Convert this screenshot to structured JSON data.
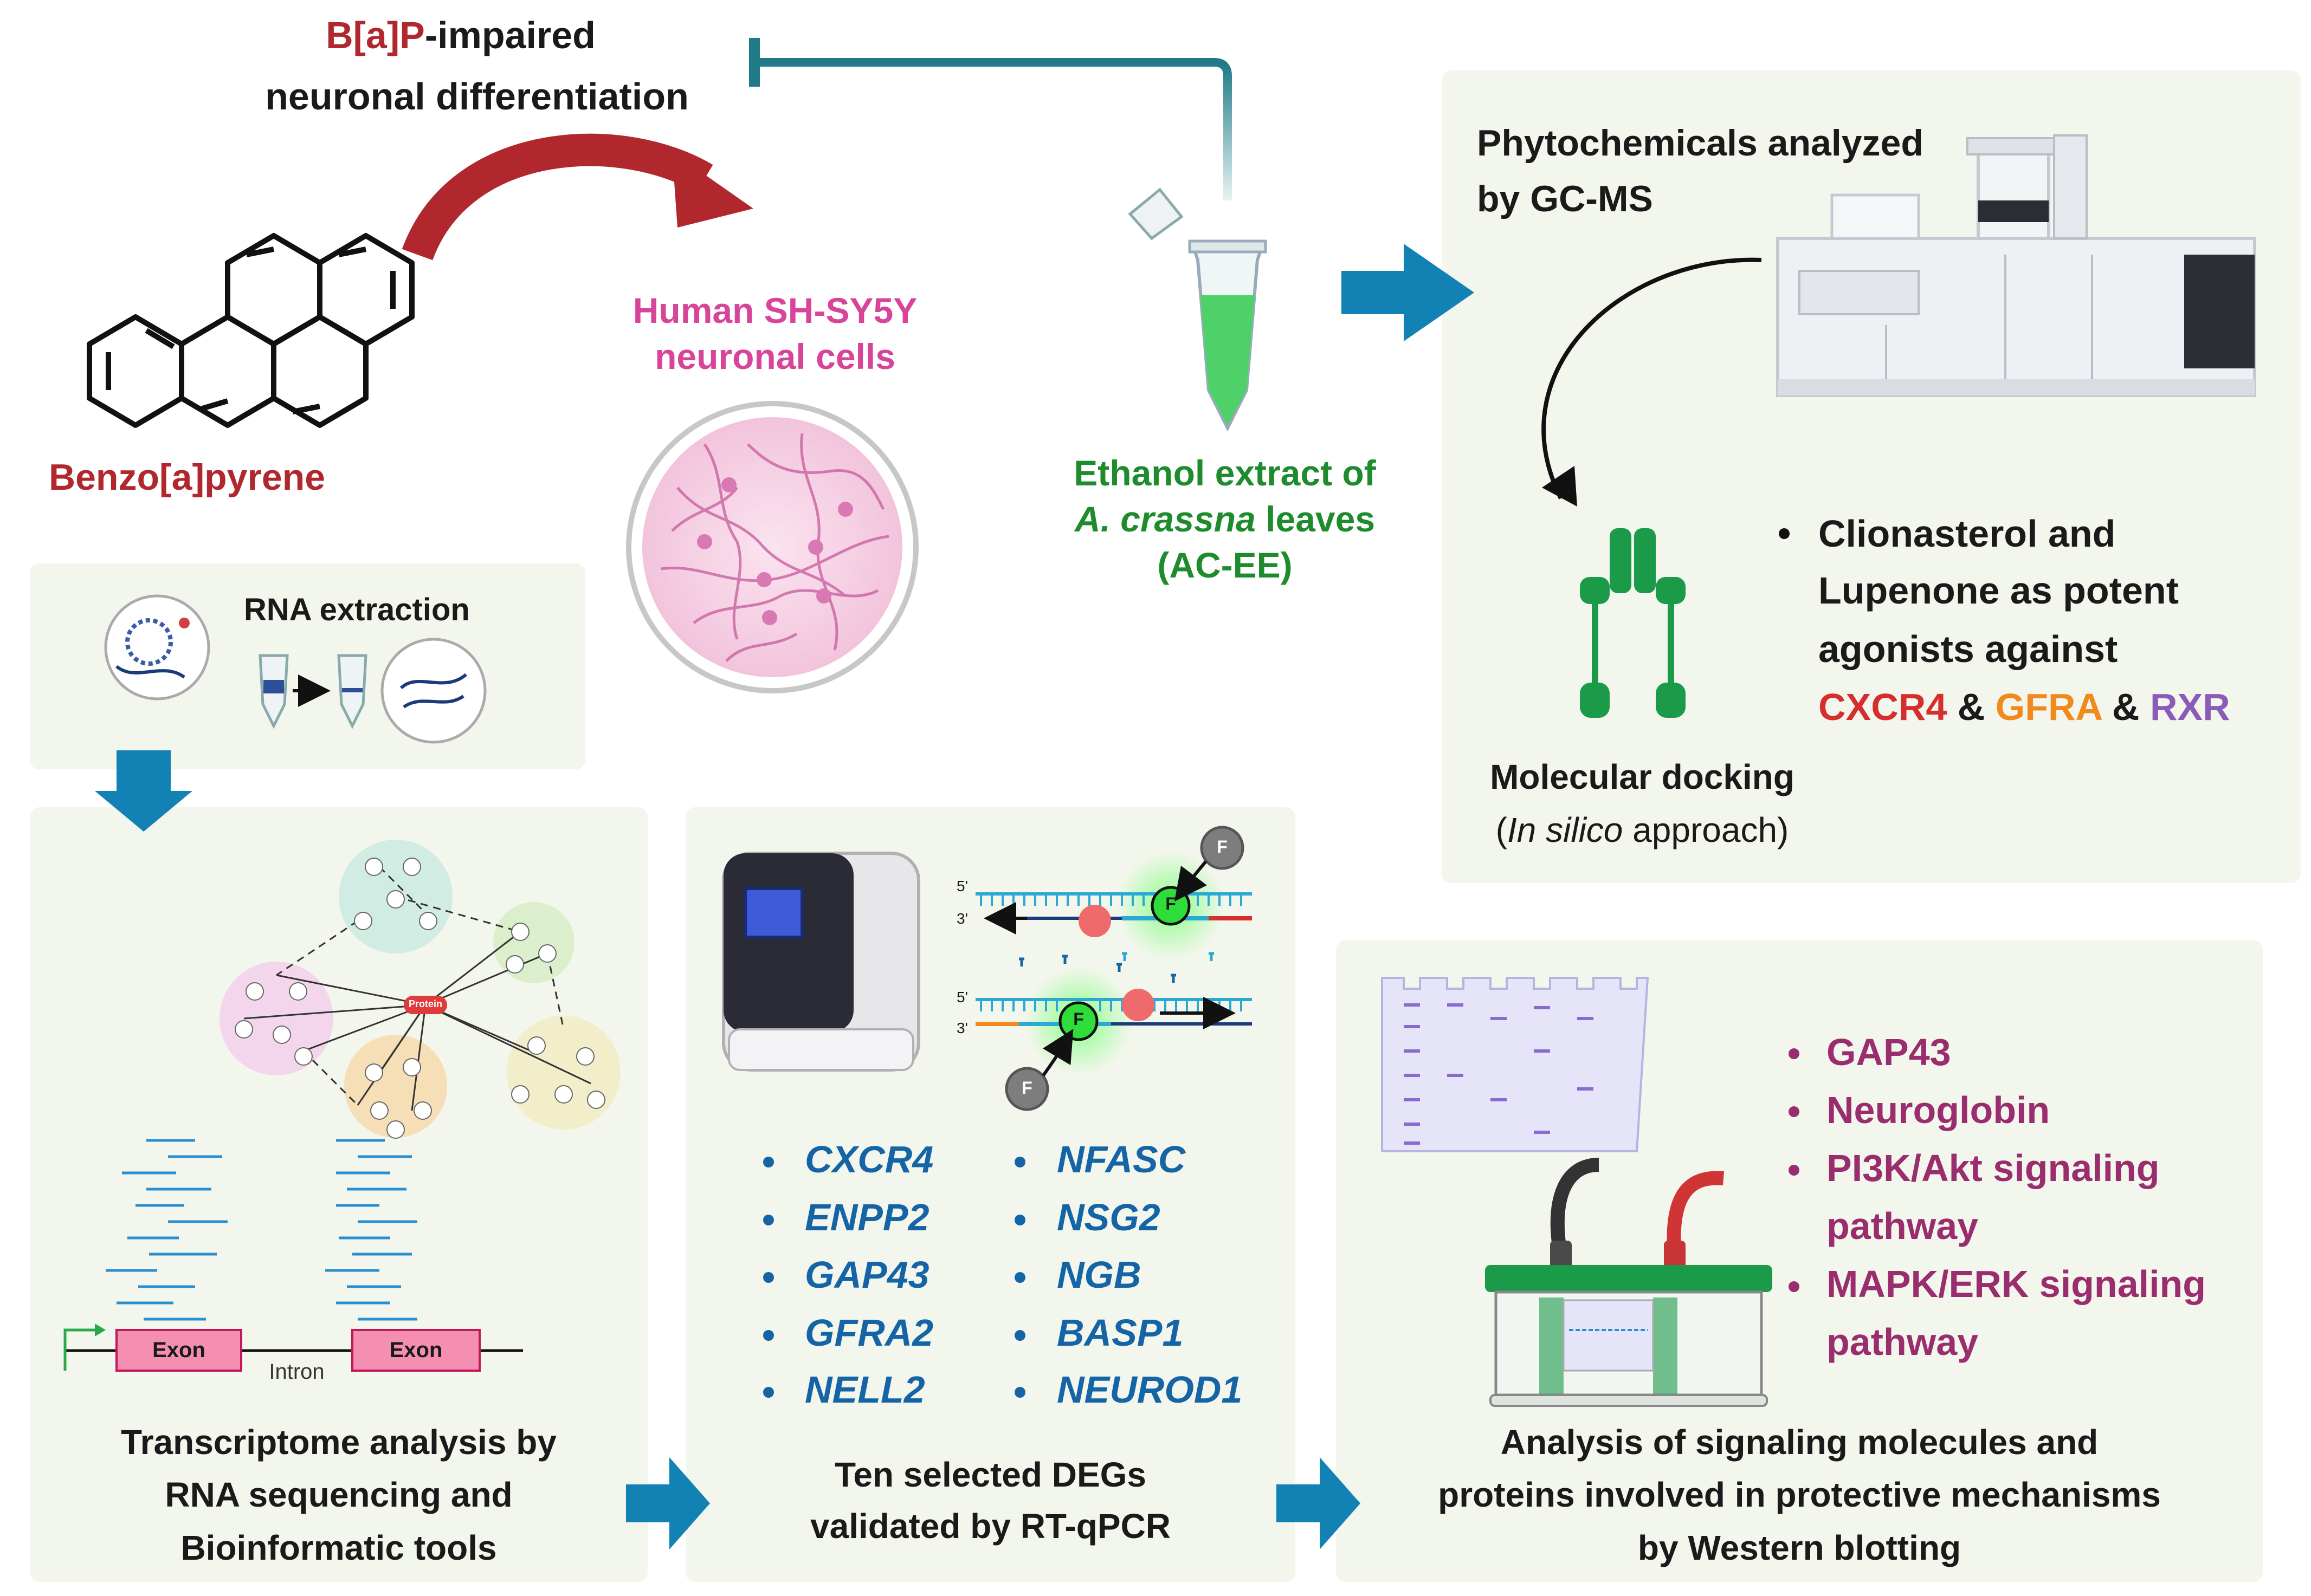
{
  "title_line1_red": "B[a]P",
  "title_line1_rest": "-impaired",
  "title_line2": "neuronal differentiation",
  "bap_label": "Benzo[a]pyrene",
  "cells_label_1": "Human SH-SY5Y",
  "cells_label_2": "neuronal cells",
  "extract_label_1": "Ethanol extract of",
  "extract_label_2_italic": "A. crassna",
  "extract_label_2_rest": " leaves",
  "extract_label_3": "(AC-EE)",
  "gcms_label_1": "Phytochemicals analyzed",
  "gcms_label_2": "by GC-MS",
  "docking_bullet_1": "Clionasterol and",
  "docking_bullet_2": "Lupenone as potent",
  "docking_bullet_3": "agonists against",
  "target_1": "CXCR4",
  "target_2": "GFRA",
  "target_3": "RXR",
  "amp": "&",
  "docking_title": "Molecular docking",
  "docking_sub_open": "(",
  "docking_sub_italic": "In silico",
  "docking_sub_rest": " approach)",
  "rna_label": "RNA extraction",
  "protein_node": "Protein",
  "exon_1": "Exon",
  "exon_2": "Exon",
  "intron": "Intron",
  "transcriptome_1": "Transcriptome analysis by",
  "transcriptome_2": "RNA sequencing and",
  "transcriptome_3": "Bioinformatic tools",
  "probe_5a": "5'",
  "probe_3a": "3'",
  "probe_5b": "5'",
  "probe_3b": "3'",
  "fluor": "F",
  "genes_left": [
    "CXCR4",
    "ENPP2",
    "GAP43",
    "GFRA2",
    "NELL2"
  ],
  "genes_right": [
    "NFASC",
    "NSG2",
    "NGB",
    "BASP1",
    "NEUROD1"
  ],
  "qpcr_1": "Ten selected DEGs",
  "qpcr_2": "validated by RT-qPCR",
  "wb_items": [
    "GAP43",
    "Neuroglobin",
    "PI3K/Akt signaling",
    "pathway",
    "MAPK/ERK signaling",
    "pathway"
  ],
  "wb_title_1": "Analysis of signaling molecules and",
  "wb_title_2": "proteins involved in protective mechanisms",
  "wb_title_3": "by Western blotting",
  "colors": {
    "bap_red": "#b0282d",
    "cells_pink": "#d8449a",
    "extract_green": "#1e8c2c",
    "arrow_blue": "#1282b4",
    "gene_blue": "#1565a6",
    "wb_purple": "#9a2d6e",
    "cxcr4": "#d62d2d",
    "gfra": "#f18a1c",
    "rxr": "#8a5bb8",
    "panel": "#f3f6ec",
    "inhibit_teal": "#1d7a86"
  }
}
